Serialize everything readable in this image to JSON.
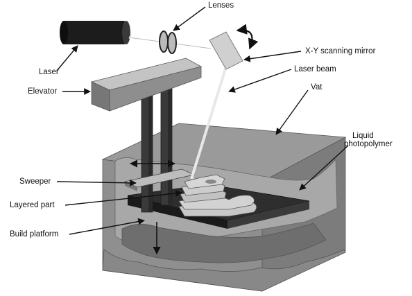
{
  "labels": {
    "lenses": "Lenses",
    "laser": "Laser",
    "xy_mirror": "X-Y scanning mirror",
    "laser_beam": "Laser beam",
    "elevator": "Elevator",
    "vat": "Vat",
    "liquid_line1": "Liquid",
    "liquid_line2": "photopolymer",
    "sweeper": "Sweeper",
    "layered_part": "Layered part",
    "build_platform": "Build platform"
  }
}
